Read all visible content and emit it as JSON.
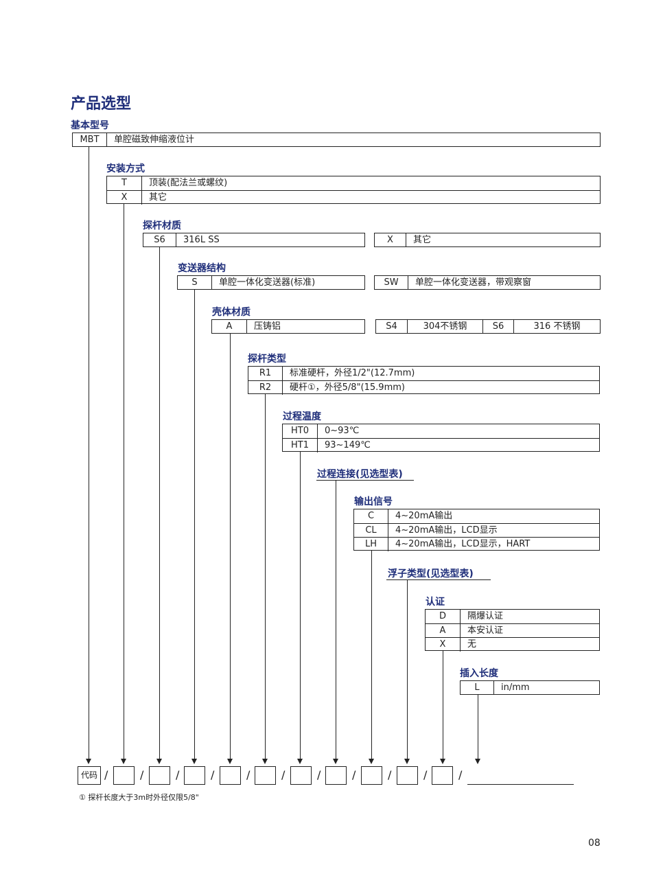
{
  "title": "产品选型",
  "sections": {
    "basic": {
      "label": "基本型号",
      "rows": [
        {
          "code": "MBT",
          "desc": "单腔磁致伸缩液位计"
        }
      ]
    },
    "mount": {
      "label": "安装方式",
      "rows": [
        {
          "code": "T",
          "desc": "顶装(配法兰或螺纹)"
        },
        {
          "code": "X",
          "desc": "其它"
        }
      ]
    },
    "probe_material": {
      "label": "探杆材质",
      "left": {
        "code": "S6",
        "desc": "316L SS"
      },
      "right": {
        "code": "X",
        "desc": "其它"
      }
    },
    "transmitter": {
      "label": "变送器结构",
      "left": {
        "code": "S",
        "desc": "单腔一体化变送器(标准)"
      },
      "right": {
        "code": "SW",
        "desc": "单腔一体化变送器，带观察窗"
      }
    },
    "housing": {
      "label": "壳体材质",
      "left": {
        "code": "A",
        "desc": "压铸铝"
      },
      "right": [
        {
          "code": "S4",
          "desc": "304不锈钢"
        },
        {
          "code": "S6",
          "desc": "316 不锈钢"
        }
      ]
    },
    "probe_type": {
      "label": "探杆类型",
      "rows": [
        {
          "code": "R1",
          "desc": "标准硬杆，外径1/2\"(12.7mm)"
        },
        {
          "code": "R2",
          "desc": "硬杆①，外径5/8\"(15.9mm)"
        }
      ]
    },
    "process_temp": {
      "label": "过程温度",
      "rows": [
        {
          "code": "HT0",
          "desc": "0~93℃"
        },
        {
          "code": "HT1",
          "desc": "93~149℃"
        }
      ]
    },
    "process_conn": {
      "label": "过程连接(见选型表)"
    },
    "output": {
      "label": "输出信号",
      "rows": [
        {
          "code": "C",
          "desc": "4~20mA输出"
        },
        {
          "code": "CL",
          "desc": "4~20mA输出，LCD显示"
        },
        {
          "code": "LH",
          "desc": "4~20mA输出，LCD显示，HART"
        }
      ]
    },
    "float": {
      "label": "浮子类型(见选型表)"
    },
    "cert": {
      "label": "认证",
      "rows": [
        {
          "code": "D",
          "desc": "隔爆认证"
        },
        {
          "code": "A",
          "desc": "本安认证"
        },
        {
          "code": "X",
          "desc": "无"
        }
      ]
    },
    "length": {
      "label": "插入长度",
      "rows": [
        {
          "code": "L",
          "desc": "in/mm"
        }
      ]
    }
  },
  "code_label": "代码",
  "slash": "/",
  "footnote": "① 探杆长度大于3m时外径仅限5/8\"",
  "page_number": "08",
  "accent_color": "#1f2e7a"
}
